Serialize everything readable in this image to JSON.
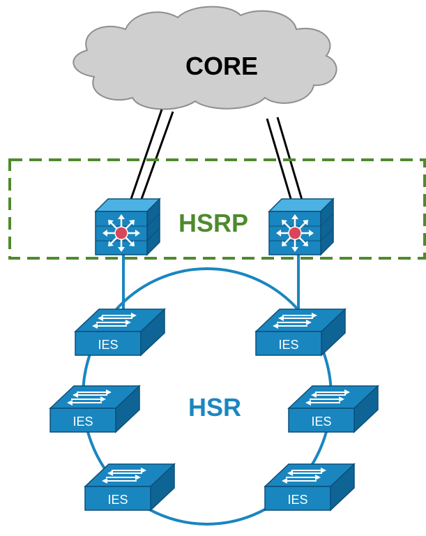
{
  "labels": {
    "core": "CORE",
    "hsrp": "HSRP",
    "hsr": "HSR"
  },
  "ies_switches": [
    {
      "label": "IES"
    },
    {
      "label": "IES"
    },
    {
      "label": "IES"
    },
    {
      "label": "IES"
    },
    {
      "label": "IES"
    },
    {
      "label": "IES"
    }
  ],
  "colors": {
    "cloud": "#cfcfcf",
    "hsrp_border": "#4e8a2e",
    "ring": "#1a86c0",
    "device_front": "#1a86c0",
    "device_top": "#4bb2e3",
    "device_side": "#0f6496",
    "router_center": "#d9465a"
  },
  "icons": {
    "core": "cloud-icon",
    "distribution": "multilayer-switch-icon",
    "access": "workgroup-switch-icon"
  }
}
